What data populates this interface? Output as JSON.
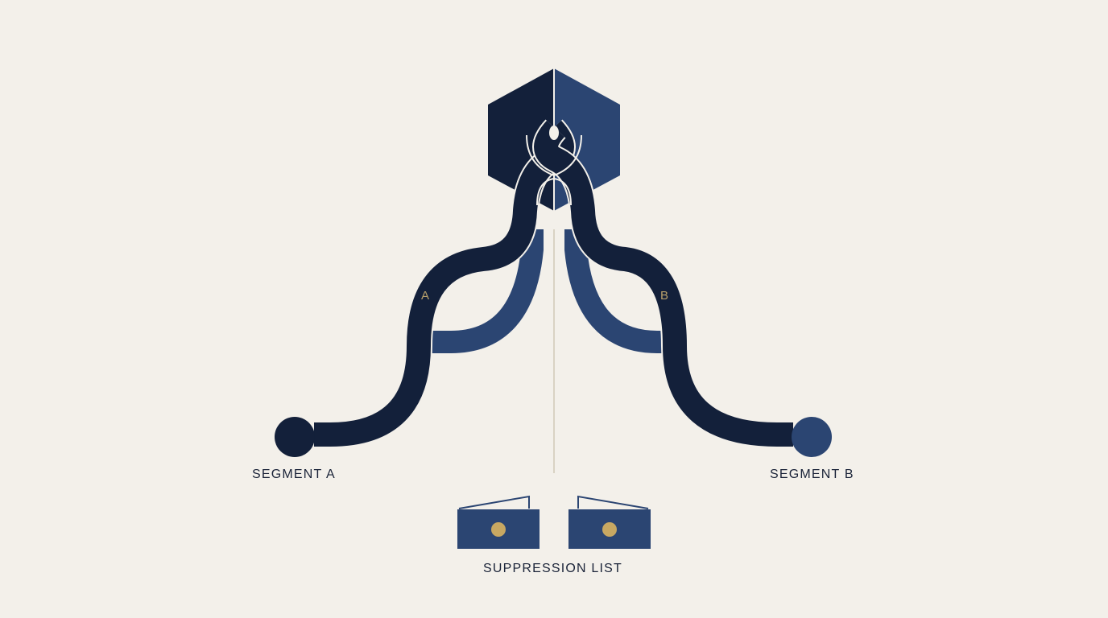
{
  "labels": {
    "segment_a": "SEGMENT A",
    "segment_b": "SEGMENT B",
    "suppression_list": "SUPPRESSION LIST",
    "path_a": "A",
    "path_b": "B"
  },
  "colors": {
    "background": "#f3f0ea",
    "navy_dark": "#13203a",
    "navy_mid": "#2b4572",
    "gold": "#c8a862",
    "divider": "#d9d2c3"
  },
  "icons": {
    "hub": "hexagon-hub-icon",
    "node_a": "segment-a-node-icon",
    "node_b": "segment-b-node-icon",
    "suppression_left": "suppression-card-left-icon",
    "suppression_right": "suppression-card-right-icon"
  }
}
